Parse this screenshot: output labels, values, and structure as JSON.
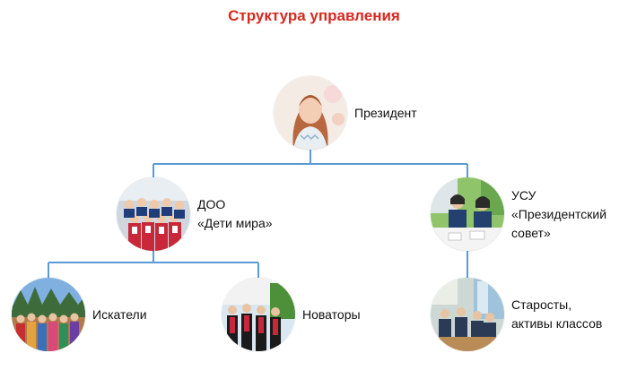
{
  "title": "Структура управления",
  "colors": {
    "title": "#d7281e",
    "connector": "#5b9bd5"
  },
  "nodes": {
    "president": {
      "lines": [
        "Президент"
      ],
      "photo": "girl-portrait-photo"
    },
    "doo": {
      "lines": [
        "ДОО",
        "«Дети мира»"
      ],
      "photo": "group-in-uniforms-photo"
    },
    "usu": {
      "lines": [
        "УСУ",
        "«Президентский",
        "совет»"
      ],
      "photo": "students-at-table-photo"
    },
    "iskateli": {
      "lines": [
        "Искатели"
      ],
      "photo": "group-outdoors-photo"
    },
    "novatory": {
      "lines": [
        "Новаторы"
      ],
      "photo": "students-in-class-photo"
    },
    "starosty": {
      "lines": [
        "Старосты,",
        "активы классов"
      ],
      "photo": "classroom-photo"
    }
  }
}
